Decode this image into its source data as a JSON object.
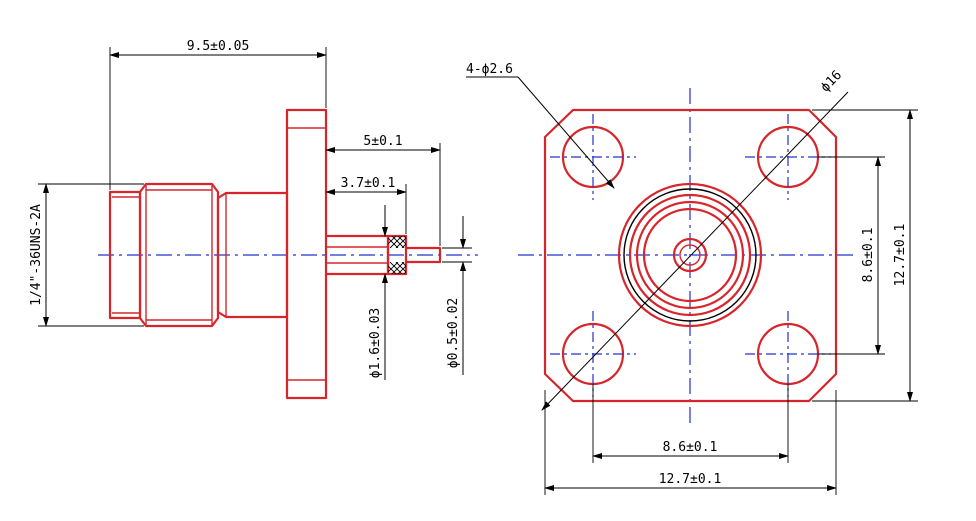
{
  "side_view": {
    "overall_length": "9.5±0.05",
    "pin_length": "5±0.1",
    "dielectric_length": "3.7±0.1",
    "thread": "1/4\"-36UNS-2A",
    "dielectric_diameter": "ϕ1.6±0.03",
    "pin_diameter": "ϕ0.5±0.02"
  },
  "front_view": {
    "hole_callout": "4-ϕ2.6",
    "circle_diameter": "ϕ16",
    "hole_spacing_vertical": "8.6±0.1",
    "flange_height": "12.7±0.1",
    "hole_spacing_horizontal": "8.6±0.1",
    "flange_width": "12.7±0.1"
  },
  "colors": {
    "part_outline": "#d7262b",
    "centerline": "#2233cc",
    "dimension": "#000000"
  }
}
